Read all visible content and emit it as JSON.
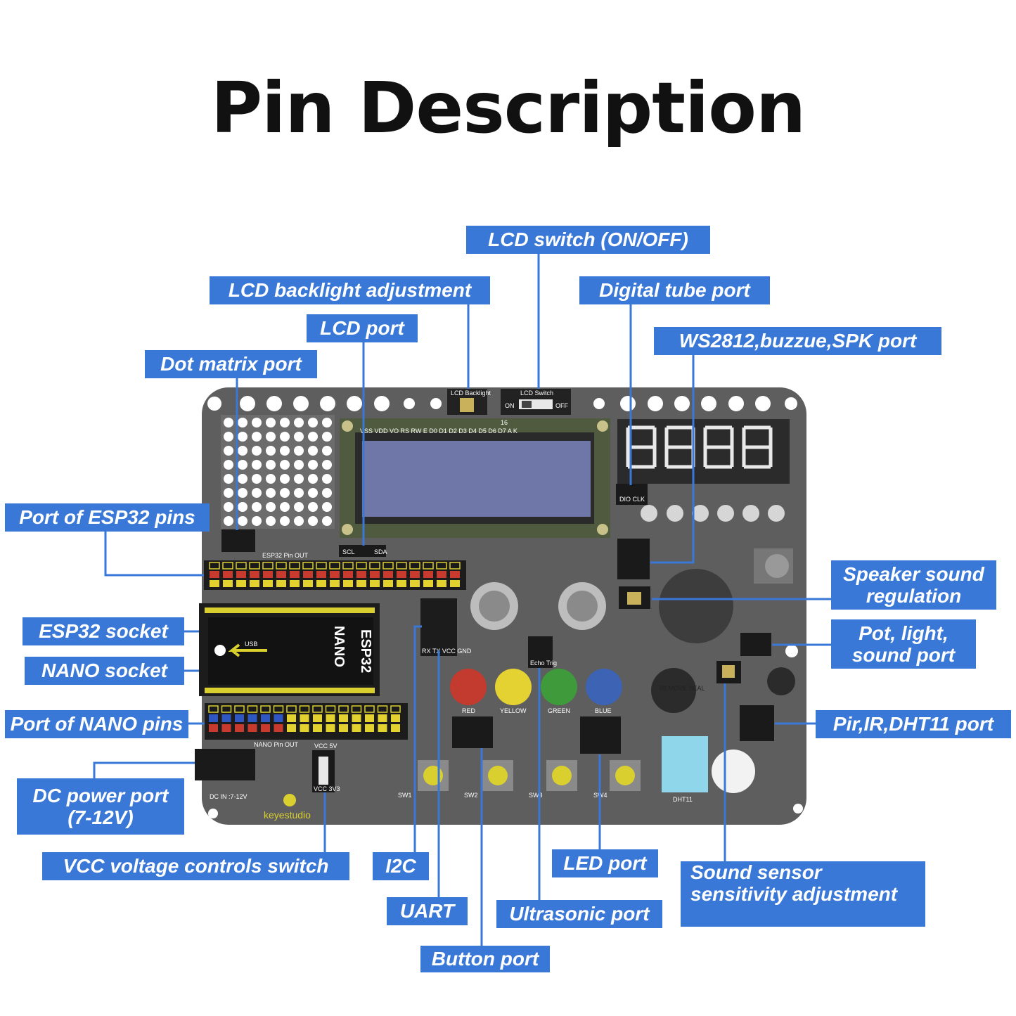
{
  "title": "Pin Description",
  "labels": {
    "lcd_switch": "LCD switch (ON/OFF)",
    "lcd_backlight": "LCD backlight adjustment",
    "digital_tube": "Digital tube port",
    "lcd_port": "LCD port",
    "ws2812": "WS2812,buzzue,SPK port",
    "dot_matrix": "Dot matrix port",
    "esp32_pins": "Port of ESP32 pins",
    "speaker_reg": [
      "Speaker sound",
      "regulation"
    ],
    "esp32_socket": "ESP32 socket",
    "pot_light": [
      "Pot, light,",
      "sound port"
    ],
    "nano_socket": "NANO socket",
    "nano_pins": "Port of NANO pins",
    "pir_ir": "Pir,IR,DHT11 port",
    "dc_power": [
      "DC power port",
      "(7-12V)"
    ],
    "vcc_switch": "VCC voltage controls switch",
    "i2c": "I2C",
    "led_port": "LED port",
    "sound_sensor": [
      "Sound sensor",
      "sensitivity adjustment"
    ],
    "uart": "UART",
    "ultrasonic": "Ultrasonic port",
    "button_port": "Button port"
  },
  "board": {
    "lcd_backlight_tag": "LCD Backlight",
    "lcd_switch_tag": "LCD Switch",
    "switch_on": "ON",
    "switch_off": "OFF",
    "esp32_pinout": "ESP32 Pin OUT",
    "nano_pinout": "NANO Pin OUT",
    "usb": "USB",
    "nano_text": "NANO",
    "esp32_text": "ESP32",
    "dc_in": "DC IN :7-12V",
    "brand": "keyestudio",
    "dht11": "DHT11",
    "red": "RED",
    "yellow": "YELLOW",
    "green": "GREEN",
    "blue": "BLUE",
    "sw1": "SW1",
    "sw2": "SW2",
    "sw3": "SW3",
    "sw4": "SW4",
    "uart_pins": "RX TX VCC GND",
    "scl": "SCL",
    "sda": "SDA",
    "dio_clk": "DIO CLK",
    "vcc_sw": "VCC 5V",
    "vcc_sw2": "VCC 3V3",
    "lcd_16": "16",
    "lcd_pins": "VSS VDD VO RS RW E D0 D1 D2 D3 D4 D5 D6 D7 A K",
    "echo_trig": "Echo Trig",
    "remove_seal": "REMOVE SEAL"
  },
  "colors": {
    "label_bg": "#3a78d8",
    "board": "#5d5d5d",
    "leader_line": "#3a78d8"
  }
}
